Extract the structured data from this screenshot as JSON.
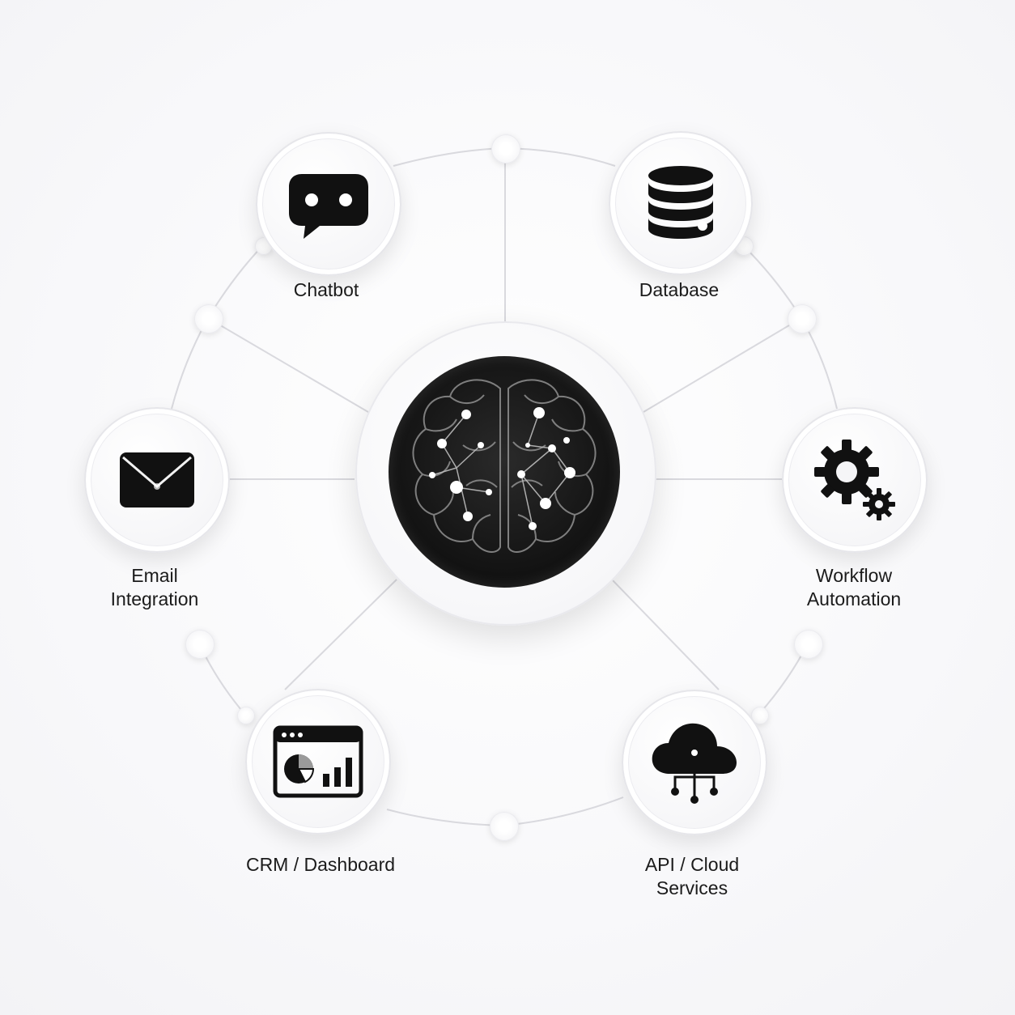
{
  "diagram": {
    "center": {
      "icon": "brain-network-icon"
    },
    "nodes": [
      {
        "key": "chatbot",
        "label": "Chatbot",
        "icon": "chat-bubble-icon"
      },
      {
        "key": "database",
        "label": "Database",
        "icon": "database-icon"
      },
      {
        "key": "email",
        "label": "Email\nIntegration",
        "icon": "envelope-icon"
      },
      {
        "key": "workflow",
        "label": "Workflow\nAutomation",
        "icon": "gears-icon"
      },
      {
        "key": "crm",
        "label": "CRM / Dashboard",
        "icon": "dashboard-chart-icon"
      },
      {
        "key": "api",
        "label": "API / Cloud\nServices",
        "icon": "cloud-network-icon"
      }
    ]
  },
  "colors": {
    "background": "#fafafb",
    "icon": "#111111",
    "hub": "#111111",
    "link": "#d9d9de",
    "label": "#1b1b1b"
  }
}
